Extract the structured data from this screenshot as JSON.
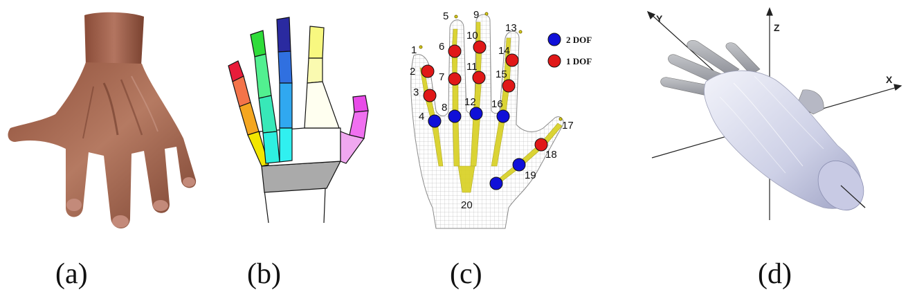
{
  "captions": {
    "a": "(a)",
    "b": "(b)",
    "c": "(c)",
    "d": "(d)"
  },
  "legend": {
    "two_dof_label": "2 DOF",
    "one_dof_label": "1 DOF",
    "two_dof_color": "#1010d8",
    "one_dof_color": "#e01818"
  },
  "joints": [
    {
      "id": "1",
      "dof": "none"
    },
    {
      "id": "2",
      "dof": "1"
    },
    {
      "id": "3",
      "dof": "1"
    },
    {
      "id": "4",
      "dof": "2"
    },
    {
      "id": "5",
      "dof": "none"
    },
    {
      "id": "6",
      "dof": "1"
    },
    {
      "id": "7",
      "dof": "1"
    },
    {
      "id": "8",
      "dof": "2"
    },
    {
      "id": "9",
      "dof": "none"
    },
    {
      "id": "10",
      "dof": "1"
    },
    {
      "id": "11",
      "dof": "1"
    },
    {
      "id": "12",
      "dof": "2"
    },
    {
      "id": "13",
      "dof": "none"
    },
    {
      "id": "14",
      "dof": "1"
    },
    {
      "id": "15",
      "dof": "1"
    },
    {
      "id": "16",
      "dof": "2"
    },
    {
      "id": "17",
      "dof": "none"
    },
    {
      "id": "18",
      "dof": "1"
    },
    {
      "id": "19",
      "dof": "2"
    },
    {
      "id": "20",
      "dof": "2"
    }
  ],
  "axes": {
    "x": "X",
    "y": "Y",
    "z": "Z"
  },
  "colors": {
    "skin": "#a0624a",
    "bone": "#d8d020",
    "mesh": "#9a9a9a",
    "shaded_hand": "#c9cbe0"
  }
}
